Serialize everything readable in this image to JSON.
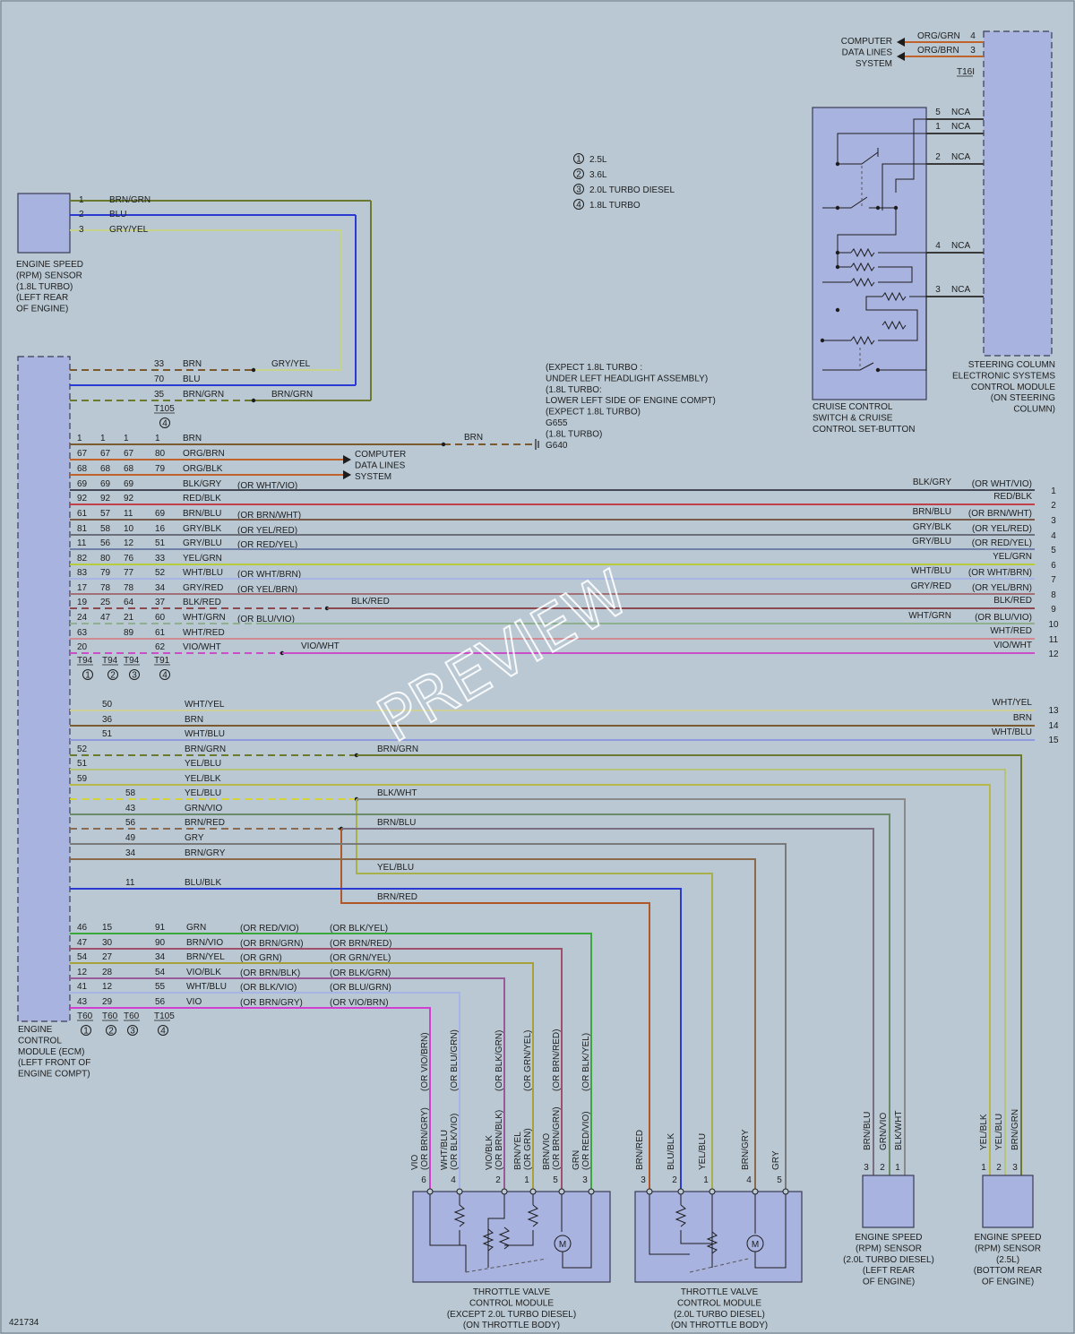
{
  "diagram_id": "421734",
  "watermark": "PREVIEW",
  "notes": [
    "2.5L",
    "3.6L",
    "2.0L TURBO DIESEL",
    "1.8L TURBO"
  ],
  "note_numbers": [
    "1",
    "2",
    "3",
    "4"
  ],
  "ground_note": [
    "(EXPECT 1.8L TURBO :",
    "UNDER LEFT HEADLIGHT ASSEMBLY)",
    "(1.8L TURBO:",
    "LOWER LEFT SIDE OF ENGINE COMPT)",
    "(EXPECT 1.8L TURBO)",
    "G655",
    "(1.8L TURBO)",
    "G640"
  ],
  "components": {
    "rpm_sensor_18": [
      "ENGINE SPEED",
      "(RPM) SENSOR",
      "(1.8L TURBO)",
      "(LEFT REAR",
      "OF ENGINE)"
    ],
    "ecm": [
      "ENGINE",
      "CONTROL",
      "MODULE (ECM)",
      "(LEFT FRONT OF",
      "ENGINE COMPT)"
    ],
    "cruise": [
      "CRUISE CONTROL",
      "SWITCH & CRUISE",
      "CONTROL SET-BUTTON"
    ],
    "steering": [
      "STEERING COLUMN",
      "ELECTRONIC SYSTEMS",
      "CONTROL MODULE",
      "(ON STEERING",
      "COLUMN)"
    ],
    "computer_data": [
      "COMPUTER",
      "DATA LINES",
      "SYSTEM"
    ],
    "throttle1": [
      "THROTTLE VALVE",
      "CONTROL MODULE",
      "(EXCEPT 2.0L TURBO DIESEL)",
      "(ON THROTTLE BODY)"
    ],
    "throttle2": [
      "THROTTLE VALVE",
      "CONTROL MODULE",
      "(2.0L TURBO DIESEL)",
      "(ON THROTTLE BODY)"
    ],
    "rpm_diesel": [
      "ENGINE SPEED",
      "(RPM) SENSOR",
      "(2.0L TURBO DIESEL)",
      "(LEFT REAR",
      "OF ENGINE)"
    ],
    "rpm_25": [
      "ENGINE SPEED",
      "(RPM) SENSOR",
      "(2.5L)",
      "(BOTTOM REAR",
      "OF ENGINE)"
    ]
  },
  "connectors": {
    "t16": "T16I",
    "t105": "T105",
    "t94": "T94",
    "t91": "T91",
    "t60": "T60"
  },
  "nca": "NCA",
  "steering_wires": [
    {
      "pin": "4",
      "color": "ORG/GRN"
    },
    {
      "pin": "3",
      "color": "ORG/BRN"
    }
  ],
  "cruise_pins": [
    "5",
    "1",
    "2",
    "4",
    "3"
  ],
  "sensor18_wires": [
    {
      "pin": "1",
      "color": "BRN/GRN",
      "hex": "#6b7a2e"
    },
    {
      "pin": "2",
      "color": "BLU",
      "hex": "#2a3bd4"
    },
    {
      "pin": "3",
      "color": "GRY/YEL",
      "hex": "#c7d28a"
    }
  ],
  "t105_wires": [
    {
      "pin": "33",
      "color": "BRN",
      "far": "GRY/YEL"
    },
    {
      "pin": "70",
      "color": "BLU",
      "far": ""
    },
    {
      "pin": "35",
      "color": "BRN/GRN",
      "far": "BRN/GRN"
    }
  ],
  "block1": [
    {
      "p": [
        "1",
        "1",
        "1",
        "1"
      ],
      "color": "BRN",
      "note": "",
      "right": "",
      "rnote": "",
      "num": "",
      "hex": "#7a5a2e"
    },
    {
      "p": [
        "67",
        "67",
        "67",
        "80"
      ],
      "color": "ORG/BRN",
      "note": "",
      "right": "",
      "rnote": "",
      "num": "",
      "hex": "#c0632a"
    },
    {
      "p": [
        "68",
        "68",
        "68",
        "79"
      ],
      "color": "ORG/BLK",
      "note": "",
      "right": "",
      "rnote": "",
      "num": "",
      "hex": "#c0632a"
    },
    {
      "p": [
        "69",
        "69",
        "69",
        ""
      ],
      "color": "BLK/GRY",
      "note": "(OR WHT/VIO)",
      "right": "BLK/GRY",
      "rnote": "(OR WHT/VIO)",
      "num": "1",
      "hex": "#444a55"
    },
    {
      "p": [
        "92",
        "92",
        "92",
        ""
      ],
      "color": "RED/BLK",
      "note": "",
      "right": "RED/BLK",
      "rnote": "",
      "num": "2",
      "hex": "#c0404a"
    },
    {
      "p": [
        "61",
        "57",
        "11",
        "69"
      ],
      "color": "BRN/BLU",
      "note": "(OR BRN/WHT)",
      "right": "BRN/BLU",
      "rnote": "(OR BRN/WHT)",
      "num": "3",
      "hex": "#7a5a4a"
    },
    {
      "p": [
        "81",
        "58",
        "10",
        "16"
      ],
      "color": "GRY/BLK",
      "note": "(OR YEL/RED)",
      "right": "GRY/BLK",
      "rnote": "(OR YEL/RED)",
      "num": "4",
      "hex": "#6a6f7a"
    },
    {
      "p": [
        "11",
        "56",
        "12",
        "51"
      ],
      "color": "GRY/BLU",
      "note": "(OR RED/YEL)",
      "right": "GRY/BLU",
      "rnote": "(OR RED/YEL)",
      "num": "5",
      "hex": "#6f7fa8"
    },
    {
      "p": [
        "82",
        "80",
        "76",
        "33"
      ],
      "color": "YEL/GRN",
      "note": "",
      "right": "YEL/GRN",
      "rnote": "",
      "num": "6",
      "hex": "#b6cc3a"
    },
    {
      "p": [
        "83",
        "79",
        "77",
        "52"
      ],
      "color": "WHT/BLU",
      "note": "(OR WHT/BRN)",
      "right": "WHT/BLU",
      "rnote": "(OR WHT/BRN)",
      "num": "7",
      "hex": "#a7b4e6"
    },
    {
      "p": [
        "17",
        "78",
        "78",
        "34"
      ],
      "color": "GRY/RED",
      "note": "(OR YEL/BRN)",
      "right": "GRY/RED",
      "rnote": "(OR YEL/BRN)",
      "num": "8",
      "hex": "#a27077"
    },
    {
      "p": [
        "19",
        "25",
        "64",
        "37"
      ],
      "color": "BLK/RED",
      "note": "",
      "right": "BLK/RED",
      "rnote": "",
      "num": "9",
      "hex": "#8a4a50"
    },
    {
      "p": [
        "24",
        "47",
        "21",
        "60"
      ],
      "color": "WHT/GRN",
      "note": "(OR BLU/VIO)",
      "right": "WHT/GRN",
      "rnote": "(OR BLU/VIO)",
      "num": "10",
      "hex": "#8fb08f"
    },
    {
      "p": [
        "63",
        "",
        "89",
        "61"
      ],
      "color": "WHT/RED",
      "note": "",
      "right": "WHT/RED",
      "rnote": "",
      "num": "11",
      "hex": "#d08a92"
    },
    {
      "p": [
        "20",
        "",
        "",
        "62"
      ],
      "color": "VIO/WHT",
      "note": "",
      "right": "VIO/WHT",
      "rnote": "",
      "num": "12",
      "hex": "#c84fc8"
    }
  ],
  "blk_red_mid": "BLK/RED",
  "vio_wht_mid": "VIO/WHT",
  "brn_mid": "BRN",
  "block2": [
    {
      "pin": "50",
      "color": "WHT/YEL",
      "num": "13",
      "hex": "#cfcf9a"
    },
    {
      "pin": "36",
      "color": "BRN",
      "num": "14",
      "hex": "#7a5a2e"
    },
    {
      "pin": "51",
      "color": "WHT/BLU",
      "num": "15",
      "hex": "#8e9be0"
    }
  ],
  "block3": [
    {
      "pin": "52",
      "color": "BRN/GRN",
      "mid": "BRN/GRN",
      "hex": "#6b7a2e"
    },
    {
      "pin": "51",
      "color": "YEL/BLU",
      "mid": "",
      "hex": "#b5c47a"
    },
    {
      "pin": "59",
      "color": "YEL/BLK",
      "mid": "",
      "hex": "#b8b84a"
    },
    {
      "pin": "58",
      "color": "YEL/BLU",
      "mid": "BLK/WHT",
      "hex": "#d4d43a"
    },
    {
      "pin": "43",
      "color": "GRN/VIO",
      "mid": "",
      "hex": "#6a8a6a"
    },
    {
      "pin": "56",
      "color": "BRN/RED",
      "mid": "BRN/BLU",
      "hex": "#8a6a50"
    },
    {
      "pin": "49",
      "color": "GRY",
      "mid": "",
      "hex": "#7a7a7a"
    },
    {
      "pin": "34",
      "color": "BRN/GRY",
      "mid": "YEL/BLU",
      "hex": "#8a6a4a"
    },
    {
      "pin": "11",
      "color": "BLU/BLK",
      "mid": "BRN/RED",
      "hex": "#2a3bd4"
    }
  ],
  "block4": [
    {
      "p": [
        "46",
        "15",
        "91"
      ],
      "color": "GRN",
      "n1": "(OR RED/VIO)",
      "n2": "(OR BLK/YEL)",
      "hex": "#3aa83a"
    },
    {
      "p": [
        "47",
        "30",
        "90"
      ],
      "color": "BRN/VIO",
      "n1": "(OR BRN/GRN)",
      "n2": "(OR BRN/RED)",
      "hex": "#a0506a"
    },
    {
      "p": [
        "54",
        "27",
        "34"
      ],
      "color": "BRN/YEL",
      "n1": "(OR GRN)",
      "n2": "(OR GRN/YEL)",
      "hex": "#a8a03a"
    },
    {
      "p": [
        "12",
        "28",
        "54"
      ],
      "color": "VIO/BLK",
      "n1": "(OR BRN/BLK)",
      "n2": "(OR BLK/GRN)",
      "hex": "#9a5a9a"
    },
    {
      "p": [
        "41",
        "12",
        "55"
      ],
      "color": "WHT/BLU",
      "n1": "(OR BLK/VIO)",
      "n2": "(OR BLU/GRN)",
      "hex": "#a7b4e6"
    },
    {
      "p": [
        "43",
        "29",
        "56"
      ],
      "color": "VIO",
      "n1": "(OR BRN/GRY)",
      "n2": "(OR VIO/BRN)",
      "hex": "#d040d0"
    }
  ],
  "throttle1_cols": [
    {
      "pin": "6",
      "label": "VIO",
      "alt": "(OR BRN/GRY)",
      "alt2": "(OR VIO/BRN)"
    },
    {
      "pin": "4",
      "label": "WHT/BLU",
      "alt": "(OR BLK/VIO)",
      "alt2": "(OR BLU/GRN)"
    },
    {
      "pin": "2",
      "label": "VIO/BLK",
      "alt": "(OR BRN/BLK)",
      "alt2": "(OR BLK/GRN)"
    },
    {
      "pin": "1",
      "label": "BRN/YEL",
      "alt": "(OR GRN)",
      "alt2": "(OR GRN/YEL)"
    },
    {
      "pin": "5",
      "label": "BRN/VIO",
      "alt": "(OR BRN/GRN)",
      "alt2": "(OR BRN/RED)"
    },
    {
      "pin": "3",
      "label": "GRN",
      "alt": "(OR RED/VIO)",
      "alt2": "(OR BLK/YEL)"
    }
  ],
  "throttle2_cols": [
    {
      "pin": "3",
      "label": "BRN/RED"
    },
    {
      "pin": "2",
      "label": "BLU/BLK"
    },
    {
      "pin": "1",
      "label": "YEL/BLU"
    },
    {
      "pin": "4",
      "label": "BRN/GRY"
    },
    {
      "pin": "5",
      "label": "GRY"
    }
  ],
  "diesel_cols": [
    {
      "pin": "3",
      "label": "BRN/BLU"
    },
    {
      "pin": "2",
      "label": "GRN/VIO"
    },
    {
      "pin": "1",
      "label": "BLK/WHT"
    }
  ],
  "s25_cols": [
    {
      "pin": "1",
      "label": "YEL/BLK"
    },
    {
      "pin": "2",
      "label": "YEL/BLU"
    },
    {
      "pin": "3",
      "label": "BRN/GRN"
    }
  ],
  "motor": "M"
}
